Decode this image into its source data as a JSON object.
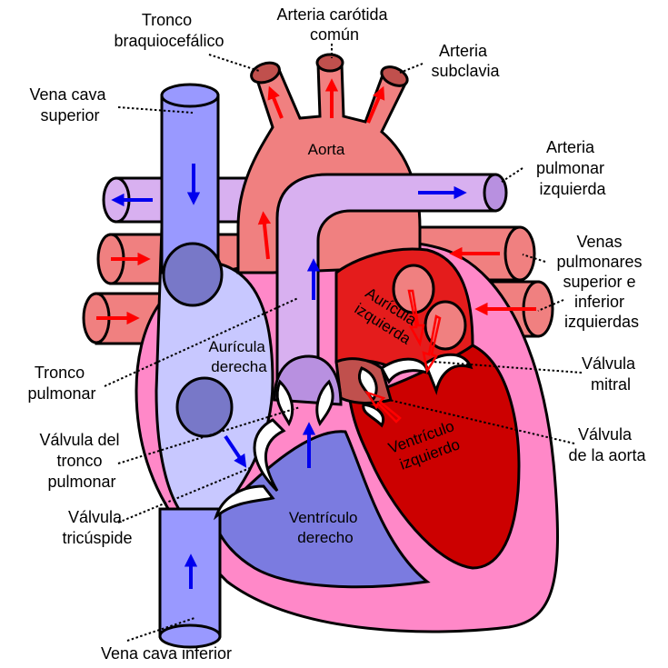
{
  "colors": {
    "oxygenated": "#f08080",
    "oxygenated_dark": "#c0504d",
    "left_heart": "#e41c1c",
    "left_ventricle": "#cc0000",
    "deoxygenated": "#9999ff",
    "deoxygenated_light": "#c8c8ff",
    "right_ventricle": "#7b7be0",
    "pulmonary": "#d8b0f0",
    "pericardium": "#ff88c8",
    "flow_blue": "#0000ee",
    "flow_red": "#ff0000"
  },
  "labels": {
    "tronco_braquio": [
      "Tronco",
      "braquiocefálico"
    ],
    "carotida": [
      "Arteria carótida",
      "común"
    ],
    "subclavia": [
      "Arteria",
      "subclavia"
    ],
    "vcs": [
      "Vena cava",
      "superior"
    ],
    "pulmonar_izq": [
      "Arteria",
      "pulmonar",
      "izquierda"
    ],
    "venas_pulm": [
      "Venas",
      "pulmonares",
      "superior e",
      "inferior",
      "izquierdas"
    ],
    "aorta": "Aorta",
    "auricula_izq": [
      "Aurícula",
      "izquierda"
    ],
    "tronco_pulm": [
      "Tronco",
      "pulmonar"
    ],
    "auricula_der": [
      "Aurícula",
      "derecha"
    ],
    "valvula_mitral": [
      "Válvula",
      "mitral"
    ],
    "valvula_tronco": [
      "Válvula del",
      "tronco",
      "pulmonar"
    ],
    "valvula_aorta": [
      "Válvula",
      "de la aorta"
    ],
    "ventriculo_izq": [
      "Ventrículo",
      "izquierdo"
    ],
    "valvula_tricuspide": [
      "Válvula",
      "tricúspide"
    ],
    "ventriculo_der": [
      "Ventrículo",
      "derecho"
    ],
    "vci": "Vena cava inferior"
  }
}
